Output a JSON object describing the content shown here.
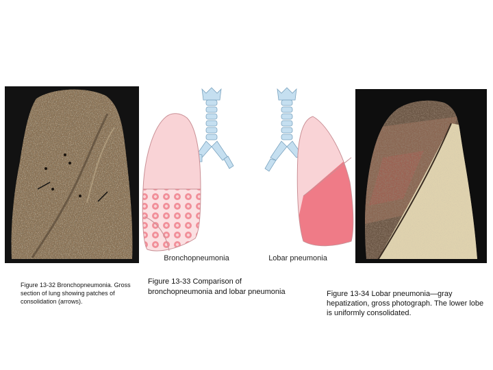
{
  "figures": [
    {
      "caption_number": "Figure 13-32",
      "caption_text": "Bronchopneumonia. Gross section of lung showing patches of consolidation (arrows).",
      "image": "bronchopneumonia-gross-photo"
    },
    {
      "caption_number": "Figure 13-33",
      "caption_text": "Comparison of bronchopneumonia and lobar pneumonia",
      "image": "pneumonia-comparison-diagram",
      "diagram_labels": {
        "left": "Bronchopneumonia",
        "right": "Lobar pneumonia"
      }
    },
    {
      "caption_number": "Figure 13-34",
      "caption_text": "Lobar pneumonia—gray hepatization, gross photograph. The lower lobe is uniformly consolidated.",
      "image": "lobar-pneumonia-gross-photo"
    }
  ],
  "colors": {
    "lung_pink": "#f9d3d6",
    "consolidation": "#ef7b87",
    "trachea_blue": "#c5dff0",
    "tissue_brown": "#8a7154",
    "hepatized_gray": "#dfd2ae"
  }
}
